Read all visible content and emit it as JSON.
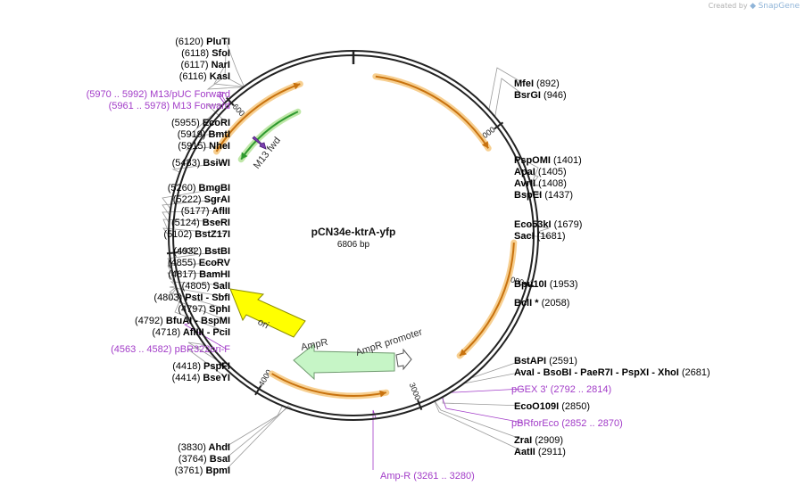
{
  "branding": {
    "created_by": "Created by",
    "product": "SnapGene"
  },
  "plasmid": {
    "name": "pCN34e-ktrA-yfp",
    "size": "6806 bp",
    "length": 6806
  },
  "ticks": [
    {
      "label": "1000",
      "pos": 1000
    },
    {
      "label": "2000",
      "pos": 2000
    },
    {
      "label": "3000",
      "pos": 3000
    },
    {
      "label": "4000",
      "pos": 4000
    },
    {
      "label": "5000",
      "pos": 5000
    },
    {
      "label": "6000",
      "pos": 6000
    }
  ],
  "features": [
    {
      "label": "",
      "start": 150,
      "end": 1080,
      "dir": 1,
      "color": "#c8720e",
      "halo": "#f7cf90"
    },
    {
      "label": "",
      "start": 1750,
      "end": 2620,
      "dir": 1,
      "color": "#c8720e",
      "halo": "#f7cf90"
    },
    {
      "label": "",
      "start": 3180,
      "end": 3980,
      "dir": -1,
      "color": "#c8720e",
      "halo": "#f7cf90"
    },
    {
      "label": "",
      "start": 5700,
      "end": 6440,
      "dir": 1,
      "color": "#c8720e",
      "halo": "#f7cf90"
    },
    {
      "label": "",
      "start": 5750,
      "end": 6350,
      "dir": -1,
      "color": "#2f9a2f",
      "halo": "#bfe7a8"
    }
  ],
  "inner_features": [
    {
      "name": "ori",
      "label": "ori",
      "color": "#ffff00"
    },
    {
      "name": "ampr",
      "label": "AmpR",
      "color": "#c6f5c6"
    },
    {
      "name": "ampr-promoter",
      "label": "AmpR promoter",
      "color": "#ffffff"
    },
    {
      "name": "m13-fwd",
      "label": "M13 fwd",
      "color": "#7b3fb0"
    }
  ],
  "sites": [
    {
      "pos": "(6120)",
      "name": "PluTI",
      "color": "#000000"
    },
    {
      "pos": "(6118)",
      "name": "SfoI",
      "color": "#000000"
    },
    {
      "pos": "(6117)",
      "name": "NarI",
      "color": "#000000"
    },
    {
      "pos": "(6116)",
      "name": "KasI",
      "color": "#000000"
    },
    {
      "pos": "(5970 .. 5992)",
      "name": "M13/pUC Forward",
      "color": "#a23cc8"
    },
    {
      "pos": "(5961 .. 5978)",
      "name": "M13 Forward",
      "color": "#a23cc8"
    },
    {
      "pos": "(5955)",
      "name": "EcoRI",
      "color": "#000000"
    },
    {
      "pos": "(5919)",
      "name": "BmtI",
      "color": "#000000"
    },
    {
      "pos": "(5915)",
      "name": "NheI",
      "color": "#000000"
    },
    {
      "pos": "(5483)",
      "name": "BsiWI",
      "color": "#000000"
    },
    {
      "pos": "(5260)",
      "name": "BmgBI",
      "color": "#000000"
    },
    {
      "pos": "(5222)",
      "name": "SgrAI",
      "color": "#000000"
    },
    {
      "pos": "(5177)",
      "name": "AflII",
      "color": "#000000"
    },
    {
      "pos": "(5124)",
      "name": "BseRI",
      "color": "#000000"
    },
    {
      "pos": "(5102)",
      "name": "BstZ17I",
      "color": "#000000"
    },
    {
      "pos": "(4932)",
      "name": "BstBI",
      "color": "#000000"
    },
    {
      "pos": "(4855)",
      "name": "EcoRV",
      "color": "#000000"
    },
    {
      "pos": "(4817)",
      "name": "BamHI",
      "color": "#000000"
    },
    {
      "pos": "(4805)",
      "name": "SalI",
      "color": "#000000"
    },
    {
      "pos": "(4803)",
      "name": "PstI",
      "name2": "SbfI",
      "color": "#000000"
    },
    {
      "pos": "(4797)",
      "name": "SphI",
      "color": "#000000"
    },
    {
      "pos": "(4792)",
      "name": "BfuAI",
      "name2": "BspMI",
      "color": "#000000"
    },
    {
      "pos": "(4718)",
      "name": "AflIII",
      "name2": "PciI",
      "color": "#000000"
    },
    {
      "pos": "(4563 .. 4582)",
      "name": "pBR322ori-F",
      "color": "#a23cc8"
    },
    {
      "pos": "(4418)",
      "name": "PspFI",
      "color": "#000000"
    },
    {
      "pos": "(4414)",
      "name": "BseYI",
      "color": "#000000"
    },
    {
      "pos": "(3830)",
      "name": "AhdI",
      "color": "#000000"
    },
    {
      "pos": "(3764)",
      "name": "BsaI",
      "color": "#000000"
    },
    {
      "pos": "(3761)",
      "name": "BpmI",
      "color": "#000000"
    },
    {
      "pos": "(892)",
      "name": "MfeI",
      "color": "#000000"
    },
    {
      "pos": "(946)",
      "name": "BsrGI",
      "color": "#000000"
    },
    {
      "pos": "(1401)",
      "name": "PspOMI",
      "color": "#000000"
    },
    {
      "pos": "(1405)",
      "name": "ApaI",
      "color": "#000000"
    },
    {
      "pos": "(1408)",
      "name": "AvrII",
      "color": "#000000"
    },
    {
      "pos": "(1437)",
      "name": "BspEI",
      "color": "#000000"
    },
    {
      "pos": "(1679)",
      "name": "Eco53kI",
      "color": "#000000"
    },
    {
      "pos": "(1681)",
      "name": "SacI",
      "color": "#000000"
    },
    {
      "pos": "(1953)",
      "name": "Bpu10I",
      "color": "#000000"
    },
    {
      "pos": "(2058)",
      "name": "BclI *",
      "color": "#000000"
    },
    {
      "pos": "(2591)",
      "name": "BstAPI",
      "color": "#000000"
    },
    {
      "pos": "(2681)",
      "name": "AvaI",
      "name2": "BsoBI",
      "name3": "PaeR7I",
      "name4": "PspXI",
      "name5": "XhoI",
      "color": "#000000"
    },
    {
      "pos": "(2792 .. 2814)",
      "name": "pGEX 3'",
      "color": "#a23cc8"
    },
    {
      "pos": "(2850)",
      "name": "EcoO109I",
      "color": "#000000"
    },
    {
      "pos": "(2852 .. 2870)",
      "name": "pBRforEco",
      "color": "#a23cc8"
    },
    {
      "pos": "(2909)",
      "name": "ZraI",
      "color": "#000000"
    },
    {
      "pos": "(2911)",
      "name": "AatII",
      "color": "#000000"
    },
    {
      "pos": "(3261 .. 3280)",
      "name": "Amp-R",
      "color": "#a23cc8"
    }
  ]
}
